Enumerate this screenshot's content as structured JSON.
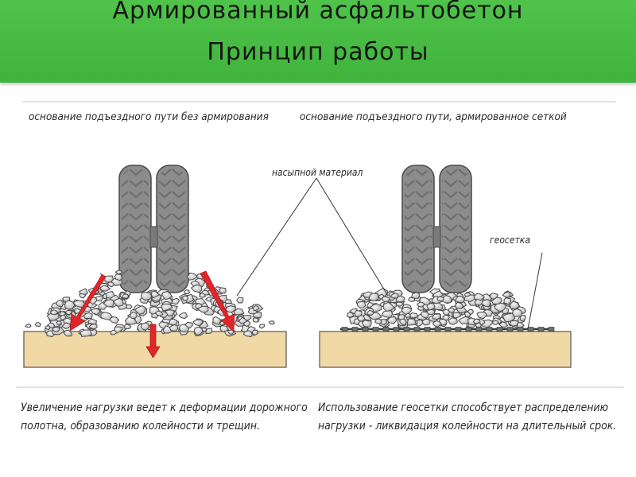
{
  "slide": {
    "title_line1": "Армированный асфальтобетон",
    "title_line2": "Принцип работы"
  },
  "captions": {
    "left_heading": "основание подъездного пути без армирования",
    "right_heading": "основание подъездного пути, армированное сеткой",
    "fill_material": "насыпной материал",
    "geogrid": "геосетка",
    "left_description_line1": "Увеличение нагрузки ведет к деформации дорожного",
    "left_description_line2": "полотна, образованию колейности и трещин.",
    "right_description_line1": "Использование геосетки способствует распределению",
    "right_description_line2": "нагрузки - ликвидация колейности на длительный срок."
  },
  "colors": {
    "header_green": "#45b941",
    "soil": "#f1d9a6",
    "tire": "#8c8c8c",
    "gravel": "#d8d8d8",
    "arrow": "#e0262a",
    "geogrid": "#555555"
  }
}
